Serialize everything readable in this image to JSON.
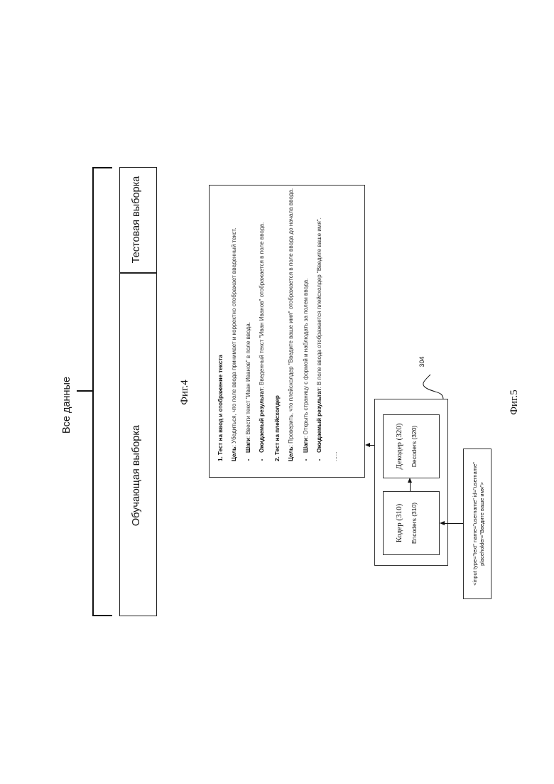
{
  "fig4": {
    "all_data_label": "Все данные",
    "training_label": "Обучающая выборка",
    "test_label": "Тестовая выборка",
    "caption": "Фиг.4"
  },
  "fig5": {
    "test_cases": {
      "case1": {
        "title": "1. Тест на ввод и отображение текста",
        "goal_label": "Цель",
        "goal_text": ": Убедиться, что поле ввода принимает и корректно отображает введенный текст.",
        "steps_label": "Шаги",
        "steps_text": ": Ввести текст \"Иван Иванов\" в поле ввода.",
        "expected_label": "Ожидаемый результат",
        "expected_text": ": Введенный текст \"Иван Иванов\" отображается в поле ввода."
      },
      "case2": {
        "title": "2. Тест на плейсхолдер",
        "goal_label": "Цель",
        "goal_text": ": Проверить, что плейсхолдер \"Введите ваше имя\" отображается в поле ввода до начала ввода.",
        "steps_label": "Шаги",
        "steps_text": ": Открыть страницу с формой и наблюдать за полем ввода.",
        "expected_label": "Ожидаемый результат",
        "expected_text": ": В поле ввода отображается плейсхолдер \"Введите ваше имя\"."
      },
      "ellipsis": "......"
    },
    "system_ref": "304",
    "decoder_title": "Декодер (320)",
    "decoder_sub": "Decoders (320)",
    "encoder_title": "Кодер (310)",
    "encoder_sub": "Encoders (310)",
    "input_code_line1": "<input type=\"text\" name=\"username\" id=\"username\"",
    "input_code_line2": "placeholder=\"Введите ваше имя\">",
    "caption": "Фиг.5"
  }
}
